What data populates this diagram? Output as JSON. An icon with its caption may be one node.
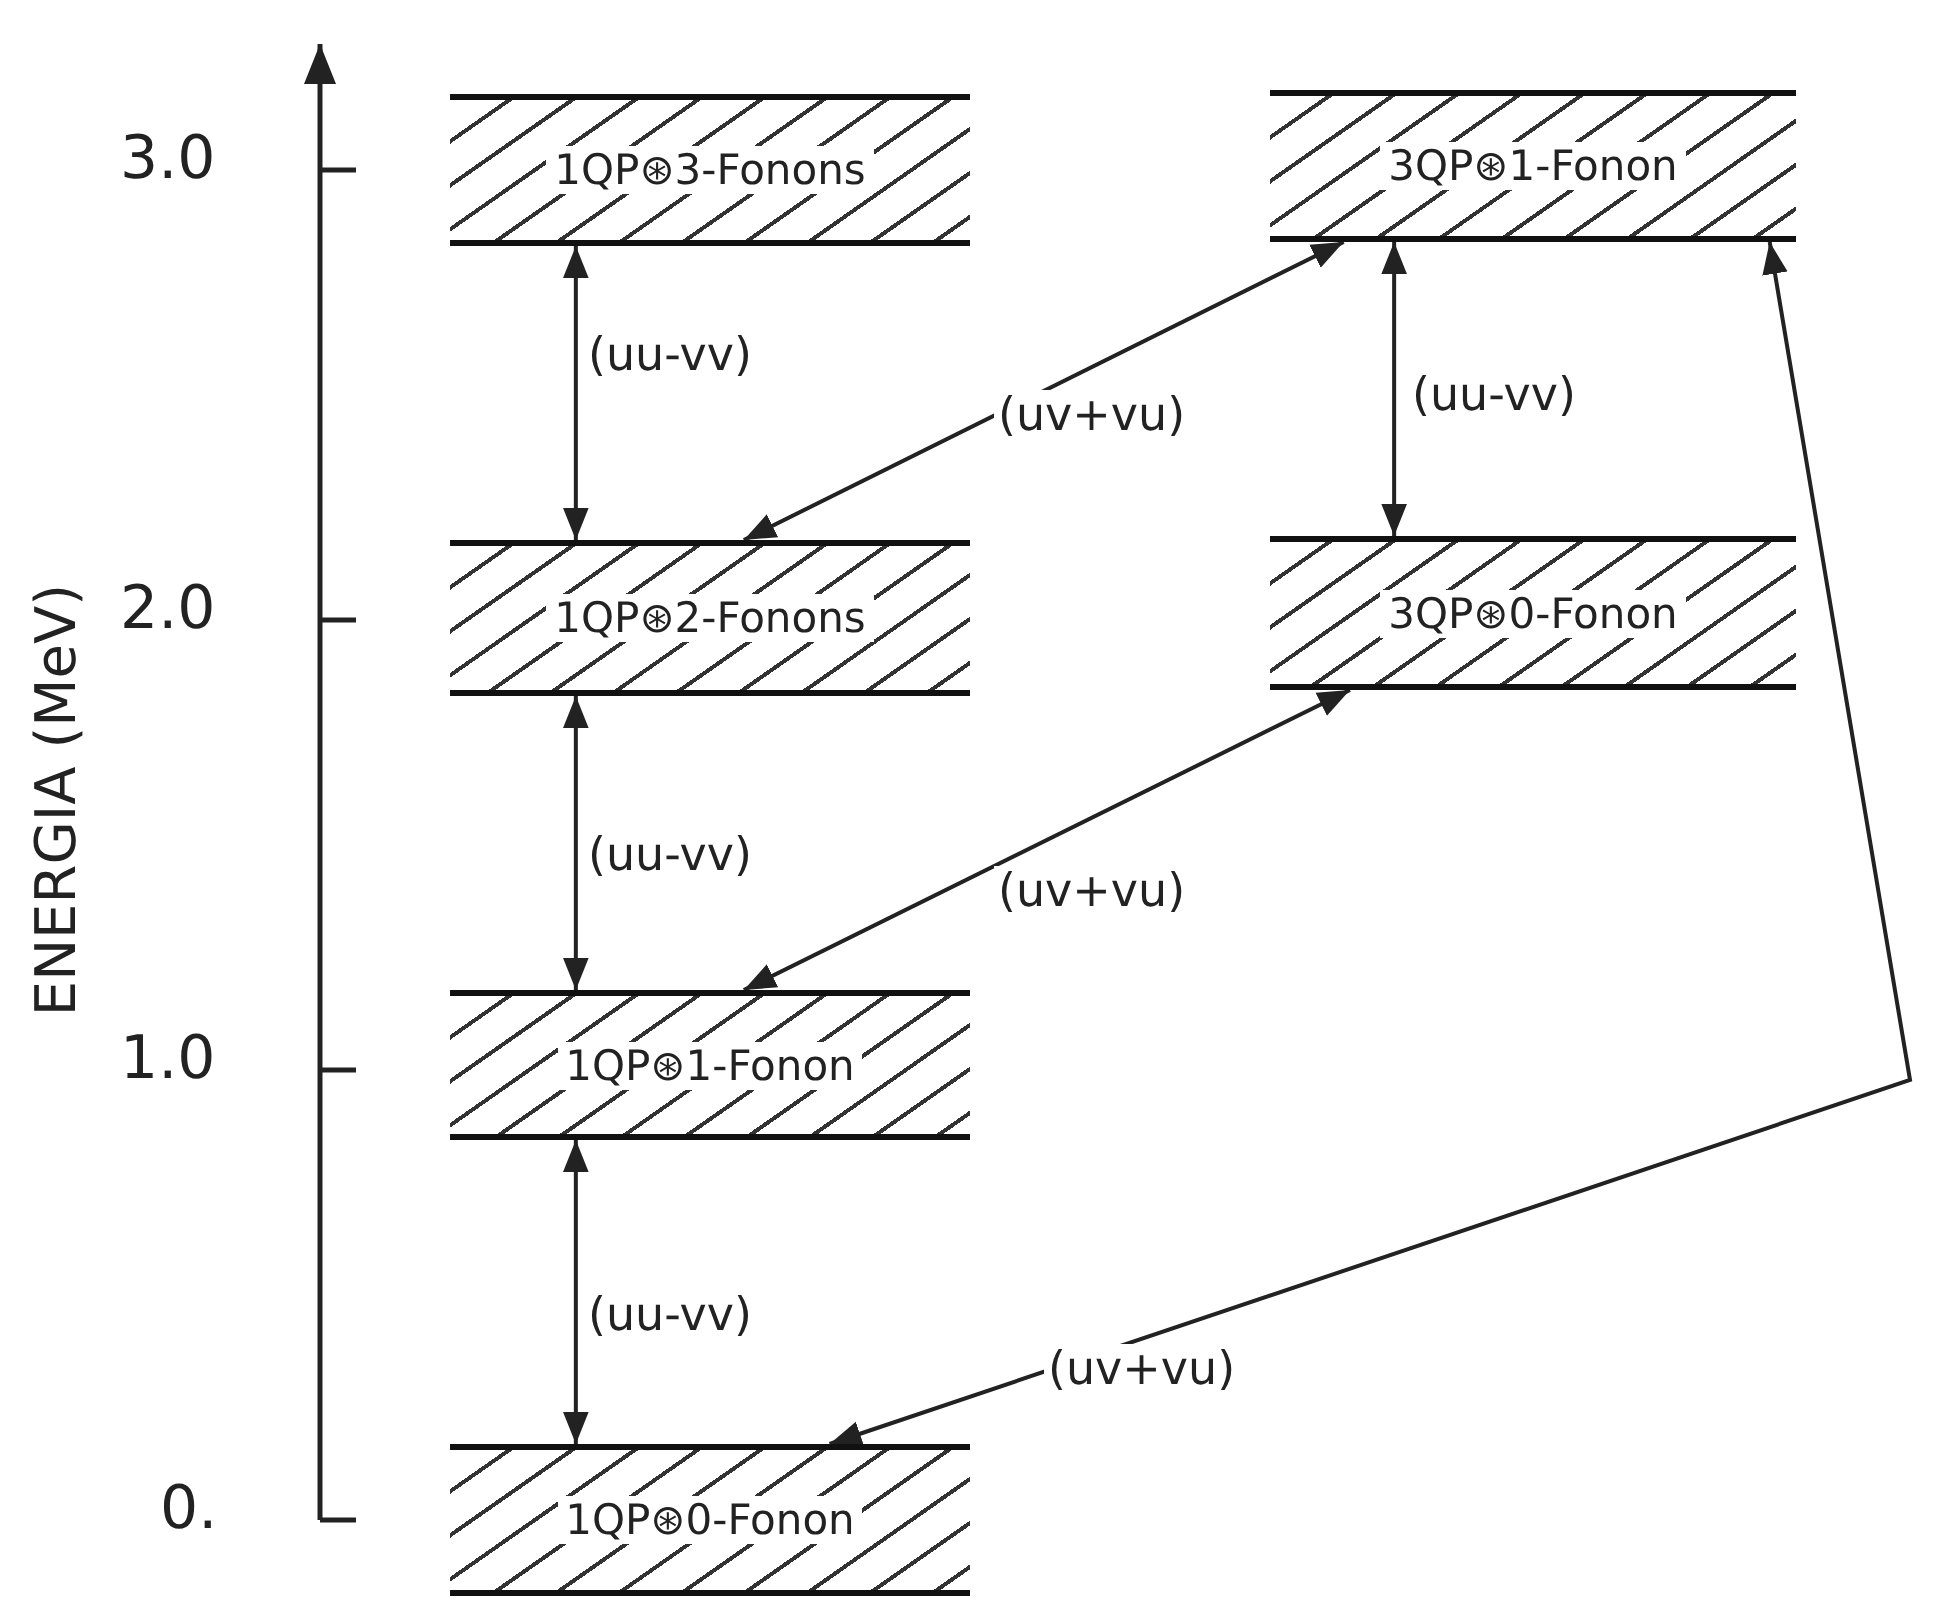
{
  "diagram": {
    "nodes": [
      {
        "text": [
          "1QP⊛3-Fonons"
        ]
      },
      {
        "text": [
          "3QP⊛1-Fonon"
        ]
      },
      {
        "text": [
          "1QP⊛2-Fonons"
        ]
      },
      {
        "text": [
          "3QP⊛0-Fonon"
        ]
      },
      {
        "text": [
          "1QP⊛1-Fonon"
        ]
      },
      {
        "text": [
          "1QP⊛0-Fonon"
        ]
      }
    ],
    "edges": [
      {
        "from": 0,
        "to": 2,
        "arrow": "both",
        "label": "(uu-vv)"
      },
      {
        "from": 2,
        "to": 1,
        "arrow": "both",
        "label": "(uv+vu)"
      },
      {
        "from": 1,
        "to": 3,
        "arrow": "both",
        "label": "(uu-vv)"
      },
      {
        "from": 2,
        "to": 4,
        "arrow": "both",
        "label": "(uu-vv)"
      },
      {
        "from": 4,
        "to": 3,
        "arrow": "both",
        "label": "(uv+vu)"
      },
      {
        "from": 4,
        "to": 5,
        "arrow": "both",
        "label": "(uu-vv)"
      },
      {
        "from": 5,
        "to": 1,
        "arrow": "both",
        "label": "(uv+vu)"
      }
    ],
    "labels": [
      "3.0",
      "2.0",
      "ENERGIA (MeV)",
      "1.0",
      "0."
    ]
  }
}
